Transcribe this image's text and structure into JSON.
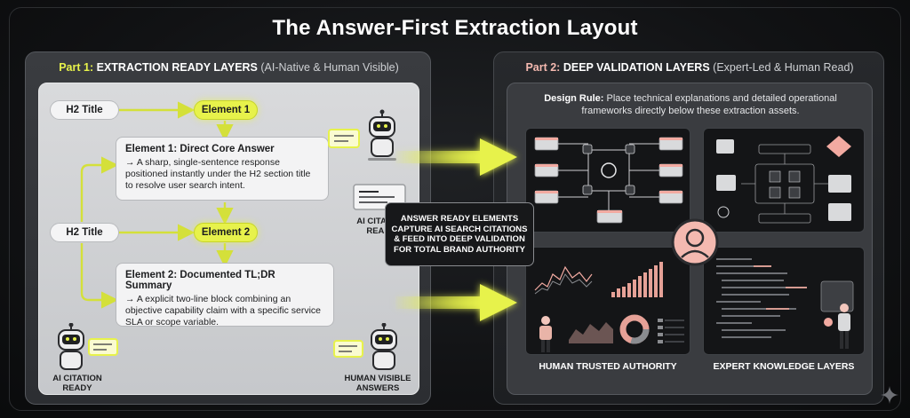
{
  "title": "The Answer-First Extraction Layout",
  "left_panel": {
    "part_label": "Part 1:",
    "heading": "EXTRACTION READY LAYERS",
    "subheading": "(AI-Native & Human Visible)",
    "h2_pill_1": "H2 Title",
    "h2_pill_2": "H2 Title",
    "element_pill_1": "Element 1",
    "element_pill_2": "Element 2",
    "card_1": {
      "title": "Element 1: Direct Core Answer",
      "body": "→ A sharp, single-sentence response positioned instantly under the H2 section title to resolve user search intent."
    },
    "card_2": {
      "title": "Element 2: Documented TL;DR Summary",
      "body": "→ A explicit two-line block combining an objective capability claim with a specific service SLA or scope variable."
    },
    "robot_label_top": "AI CITATION READY",
    "robot_label_bottom_left": "AI CITATION READY",
    "robot_label_bottom_right": "HUMAN VISIBLE ANSWERS"
  },
  "callout": "ANSWER READY ELEMENTS CAPTURE AI SEARCH CITATIONS & FEED INTO DEEP VALIDATION FOR TOTAL BRAND AUTHORITY",
  "right_panel": {
    "part_label": "Part 2:",
    "heading": "DEEP VALIDATION LAYERS",
    "subheading": "(Expert-Led & Human Read)",
    "rule_label": "Design Rule:",
    "rule_text": "Place technical explanations and detailed operational frameworks directly below these extraction assets.",
    "tile_label_bottom_left": "HUMAN TRUSTED AUTHORITY",
    "tile_label_bottom_right": "EXPERT KNOWLEDGE LAYERS"
  },
  "colors": {
    "accent_yellow": "#e7f24b",
    "accent_pink": "#f4b9b0",
    "panel_light": "#d9dadc",
    "panel_dark": "#3a3c40"
  }
}
